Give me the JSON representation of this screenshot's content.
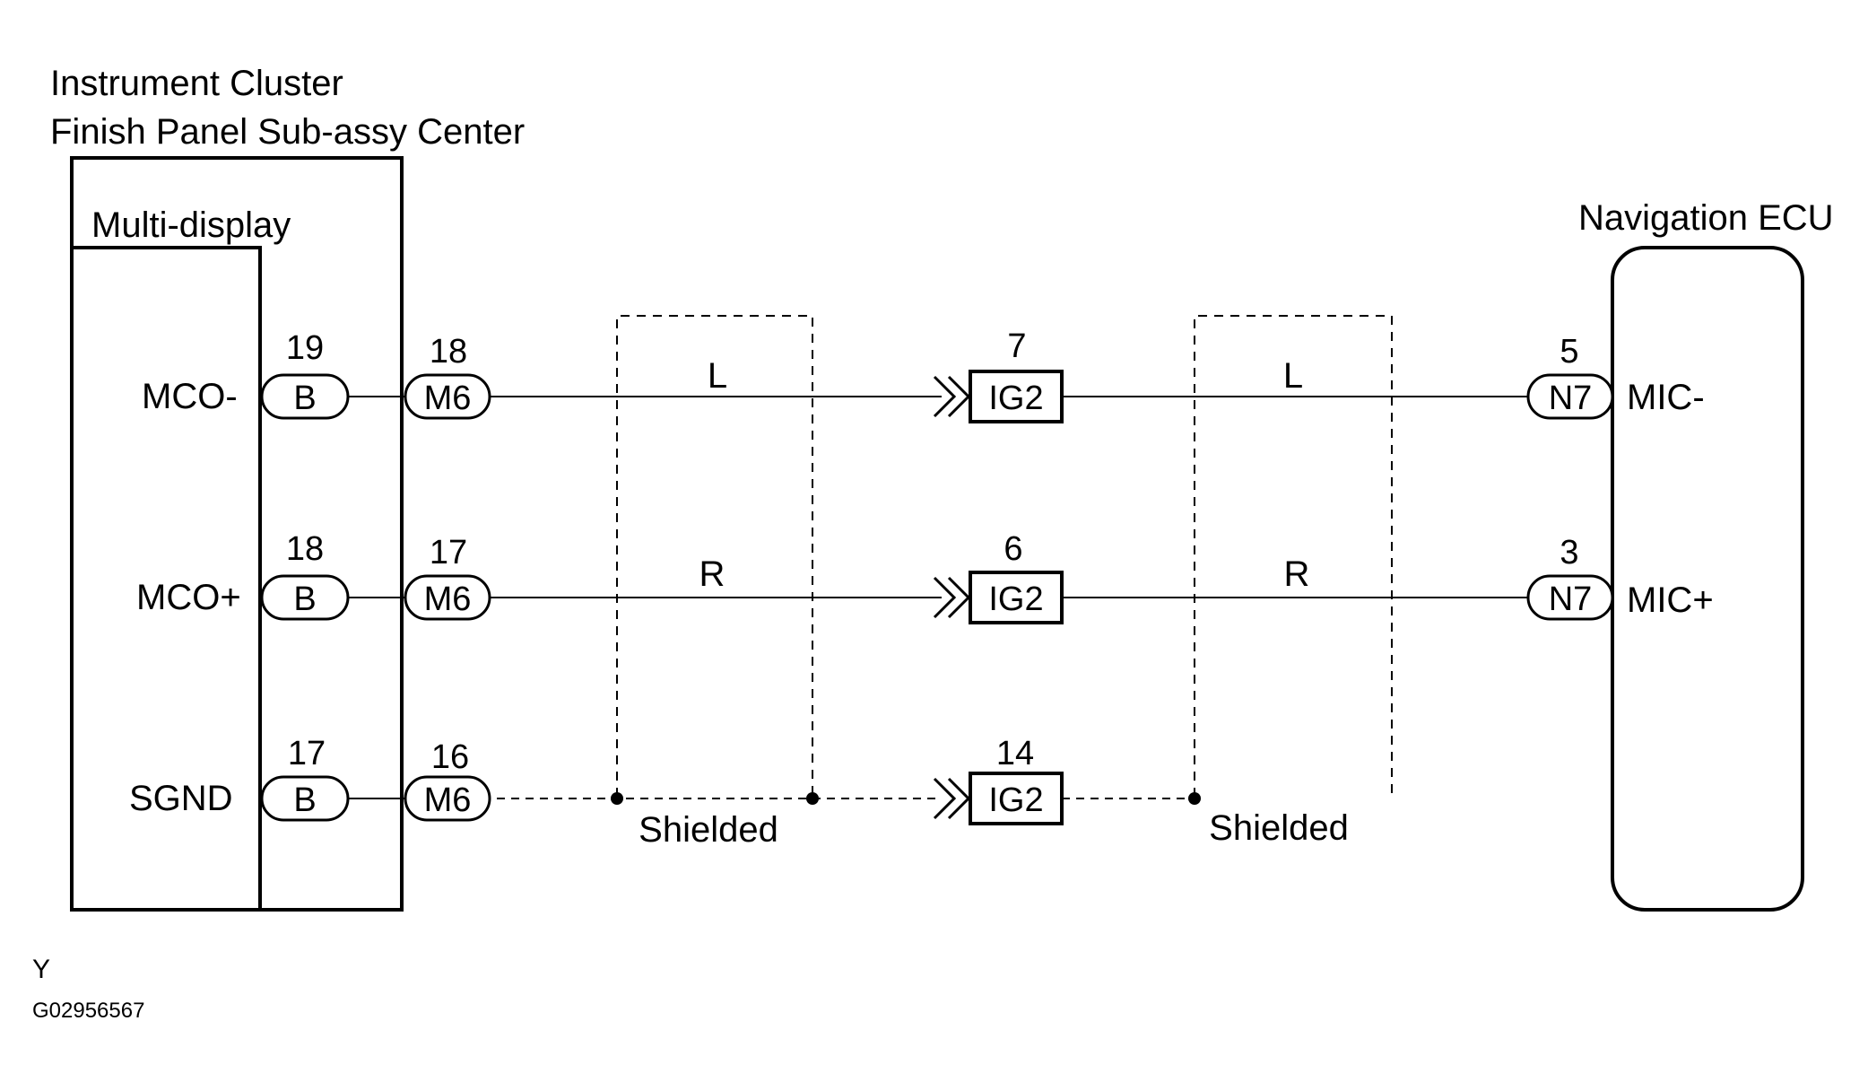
{
  "components": {
    "cluster_line1": "Instrument Cluster",
    "cluster_line2": "Finish Panel Sub-assy Center",
    "multi_display": "Multi-display",
    "nav_ecu": "Navigation ECU"
  },
  "circuits": [
    {
      "signal": "MCO-",
      "b_pin": "19",
      "b_conn": "B",
      "m6_pin": "18",
      "m6_conn": "M6",
      "ig2_pin": "7",
      "ig2_conn": "IG2",
      "n7_pin": "5",
      "n7_conn": "N7",
      "ecu_signal": "MIC-",
      "wire_left": "L",
      "wire_right": "L"
    },
    {
      "signal": "MCO+",
      "b_pin": "18",
      "b_conn": "B",
      "m6_pin": "17",
      "m6_conn": "M6",
      "ig2_pin": "6",
      "ig2_conn": "IG2",
      "n7_pin": "3",
      "n7_conn": "N7",
      "ecu_signal": "MIC+",
      "wire_left": "R",
      "wire_right": "R"
    },
    {
      "signal": "SGND",
      "b_pin": "17",
      "b_conn": "B",
      "m6_pin": "16",
      "m6_conn": "M6",
      "ig2_pin": "14",
      "ig2_conn": "IG2"
    }
  ],
  "shields": {
    "left_label": "Shielded",
    "right_label": "Shielded"
  },
  "footer": {
    "code_letter": "Y",
    "figure_id": "G02956567"
  }
}
